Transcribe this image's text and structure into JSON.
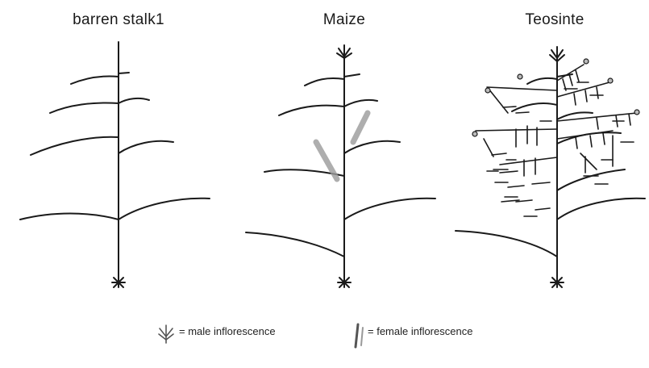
{
  "titles": {
    "barren": "barren stalk1",
    "maize": "Maize",
    "teosinte": "Teosinte"
  },
  "legend": {
    "male": "= male inflorescence",
    "female": "= female inflorescence"
  },
  "colors": {
    "stem": "#1a1a1a",
    "ear": "#9a9a9a"
  },
  "icons": {
    "male": "tassel-icon",
    "female": "ear-icon"
  }
}
